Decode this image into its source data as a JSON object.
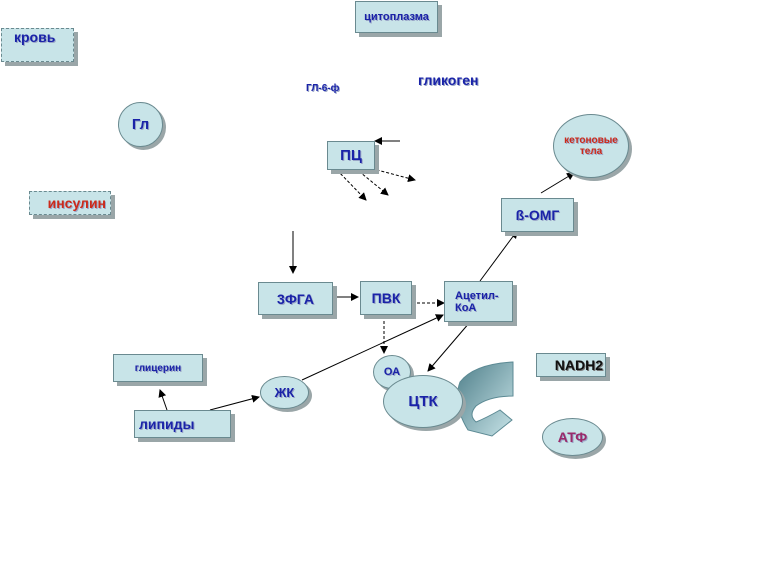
{
  "nodes": {
    "krov": "кровь",
    "citoplazma": "цитоплазма",
    "gl6f": "ГЛ-6-ф",
    "glikogen": "гликоген",
    "gl": "Гл",
    "pc": "ПЦ",
    "ketonovye": "кетоновые тела",
    "insulin": "инсулин",
    "b_omg": "ß-ОМГ",
    "zfga": "3ФГА",
    "pvk": "ПВК",
    "acetil_line1": "Ацетил-",
    "acetil_line2": "КоА",
    "nadh2": "NADH2",
    "glicerin": "глицерин",
    "oa": "ОА",
    "zhk": "ЖК",
    "ctk": "ЦТК",
    "lipidy": "липиды",
    "atf": "АТФ"
  },
  "colors": {
    "node_fill": "#c8e4e8",
    "text_blue": "#1a23a8",
    "text_red": "#cc2a1a",
    "text_purple": "#9a2a6a"
  }
}
